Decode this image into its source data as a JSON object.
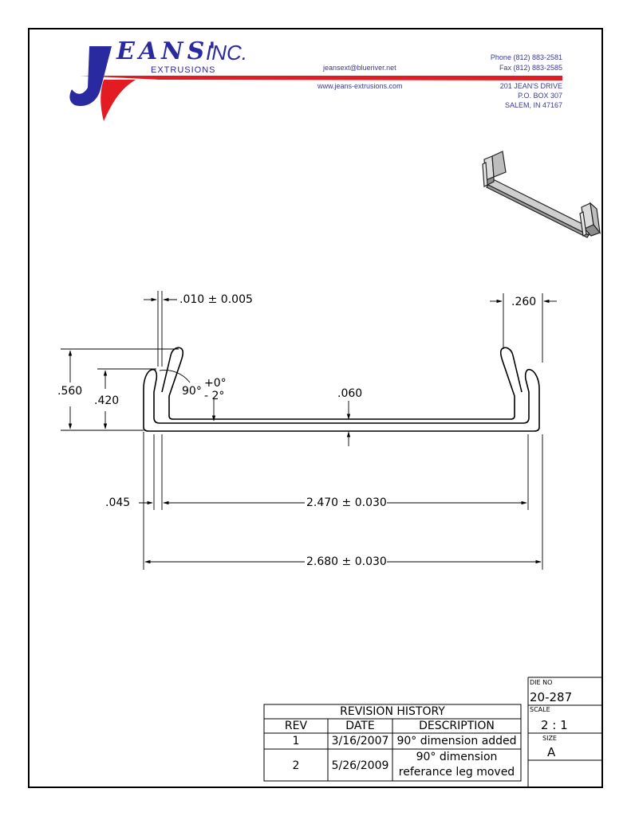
{
  "company": {
    "name_initial": "J",
    "name_rest": "EANS'",
    "inc": "INC.",
    "sub": "EXTRUSIONS",
    "email": "jeansext@blueriver.net",
    "web": "www.jeans-extrusions.com",
    "phone": "Phone (812) 883-2581",
    "fax": "Fax (812) 883-2585",
    "address1": "201 JEAN'S DRIVE",
    "address2": "P.O. BOX 307",
    "address3": "SALEM, IN 47167",
    "colors": {
      "brand_blue": "#2a2aa0",
      "brand_red": "#e31b23",
      "text_blue": "#3a3a9a"
    }
  },
  "dimensions": {
    "leg_thickness": ".010 ± 0.005",
    "leg_offset": ".260",
    "height_outer": ".560",
    "height_inner": ".420",
    "angle_main": "90°",
    "angle_tol_plus": "+0°",
    "angle_tol_minus": "- 2°",
    "wall": ".060",
    "edge": ".045",
    "inner_width": "2.470 ± 0.030",
    "outer_width": "2.680 ± 0.030"
  },
  "revision": {
    "title": "REVISION HISTORY",
    "headers": [
      "REV",
      "DATE",
      "DESCRIPTION"
    ],
    "rows": [
      {
        "rev": "1",
        "date": "3/16/2007",
        "desc1": "90° dimension added",
        "desc2": ""
      },
      {
        "rev": "2",
        "date": "5/26/2009",
        "desc1": "90° dimension",
        "desc2": "referance leg moved"
      }
    ]
  },
  "title_block": {
    "die_label": "DIE NO",
    "die_value": "20-287",
    "scale_label": "SCALE",
    "scale_value": "2 : 1",
    "size_label": "SIZE",
    "size_value": "A"
  }
}
